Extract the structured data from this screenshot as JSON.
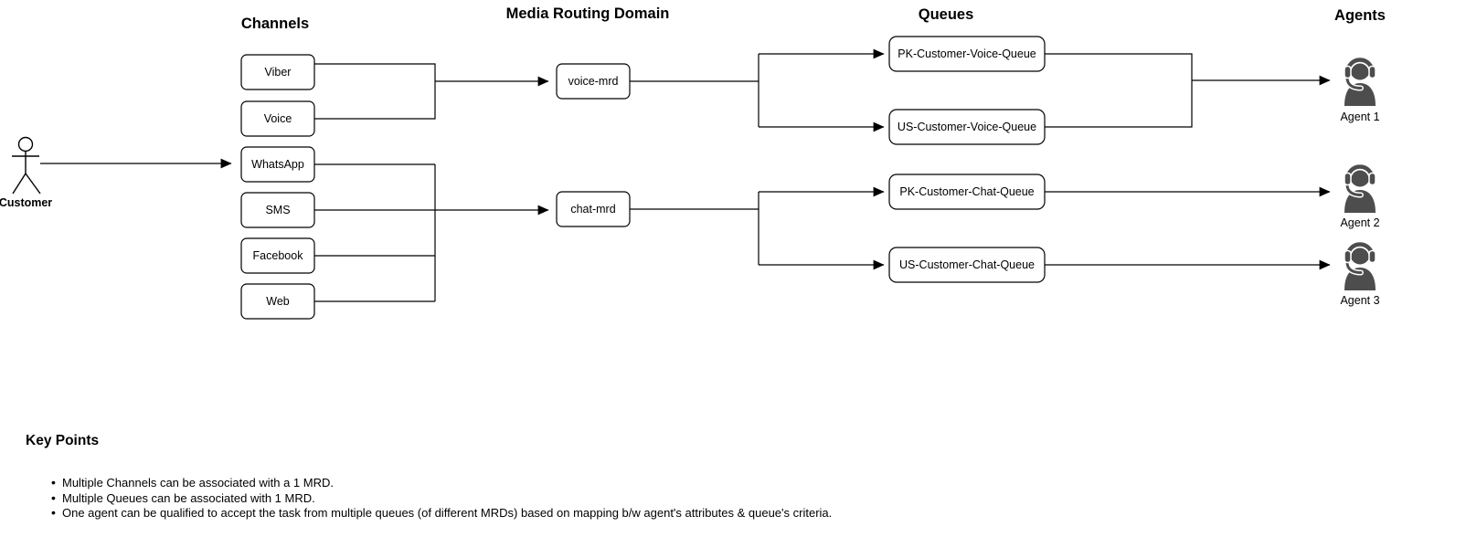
{
  "headings": {
    "channels": "Channels",
    "mrd": "Media Routing Domain",
    "queues": "Queues",
    "agents": "Agents"
  },
  "actor": {
    "label": "Customer"
  },
  "channels": [
    "Viber",
    "Voice",
    "WhatsApp",
    "SMS",
    "Facebook",
    "Web"
  ],
  "mrds": [
    "voice-mrd",
    "chat-mrd"
  ],
  "queues": [
    "PK-Customer-Voice-Queue",
    "US-Customer-Voice-Queue",
    "PK-Customer-Chat-Queue",
    "US-Customer-Chat-Queue"
  ],
  "agents": [
    "Agent 1",
    "Agent 2",
    "Agent 3"
  ],
  "key_points": {
    "title": "Key Points",
    "bullets": [
      "Multiple Channels can be associated with a 1 MRD.",
      "Multiple Queues can be associated with 1 MRD.",
      "One agent can be qualified to accept the task from multiple queues (of different MRDs) based on mapping b/w agent's attributes & queue's criteria."
    ]
  },
  "colors": {
    "line": "#000000",
    "box_fill": "#ffffff",
    "agent_icon": "#4d4d4d",
    "background": "#ffffff"
  }
}
